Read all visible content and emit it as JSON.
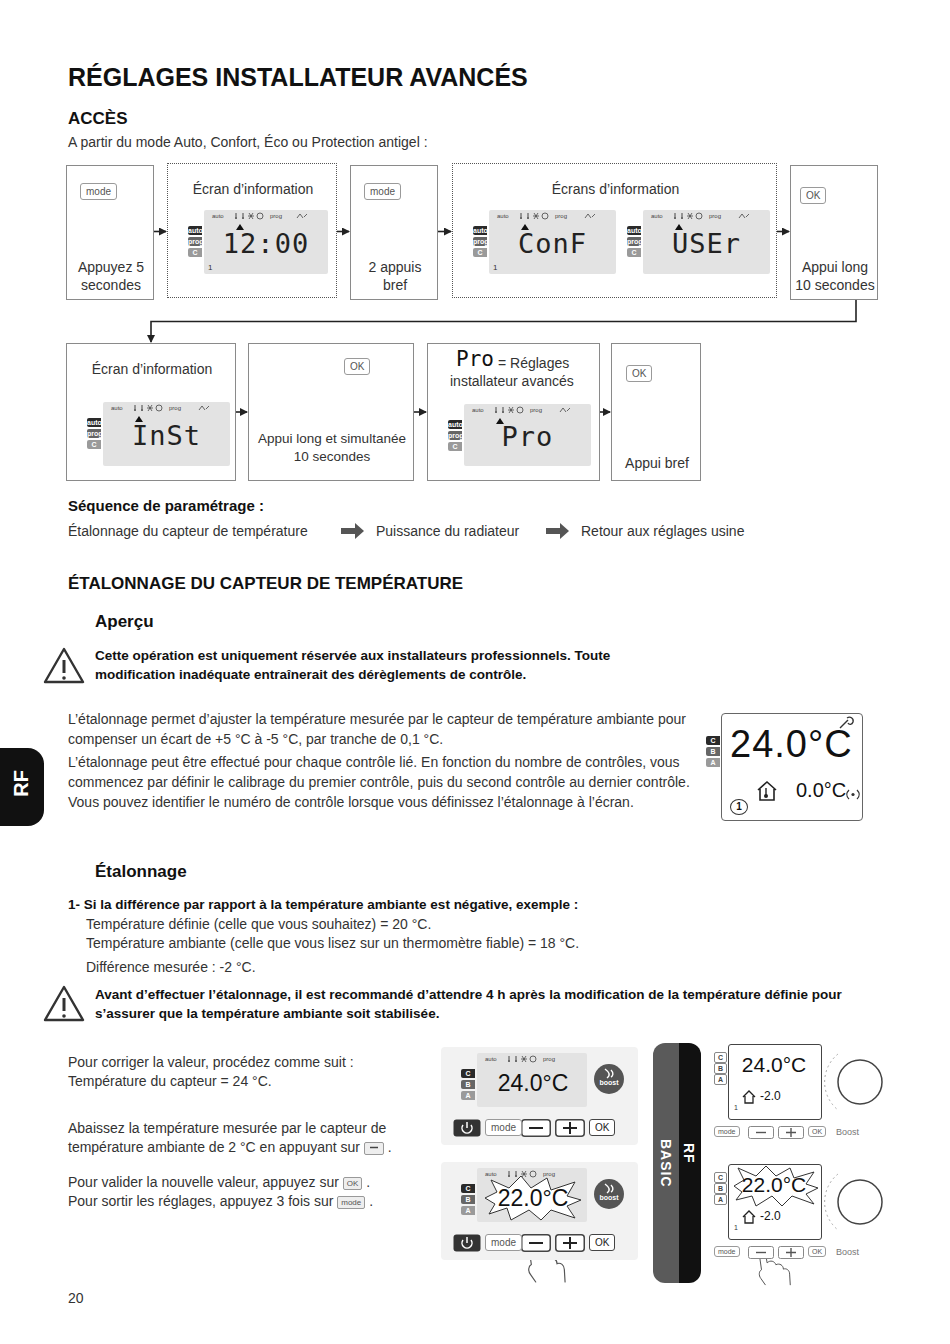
{
  "diagram": {
    "title": "RÉGLAGES INSTALLATEUR AVANCÉS",
    "nodes": [
      {
        "text": [
          "Appuyez 5 secondes"
        ]
      },
      {
        "text": [
          "Écran d’information"
        ]
      },
      {
        "text": [
          "12:00"
        ],
        "in": 1
      },
      {
        "text": [
          "2 appuis bref"
        ]
      },
      {
        "text": [
          "Écrans d’information"
        ]
      },
      {
        "text": [
          "ConF"
        ],
        "in": 4
      },
      {
        "text": [
          "USEr"
        ],
        "in": 4
      },
      {
        "text": [
          "Appui long 10 secondes"
        ]
      },
      {
        "text": [
          "Écran d’information"
        ]
      },
      {
        "text": [
          "InSt"
        ],
        "in": 8
      },
      {
        "text": [
          "Appui long et simultanée 10 secondes"
        ]
      },
      {
        "text": [
          "Pro",
          "= Réglages installateur avancés"
        ]
      },
      {
        "text": [
          "Pro"
        ],
        "in": 11
      },
      {
        "text": [
          "Appui bref"
        ]
      },
      {
        "text": [
          "24.0°C",
          "0.0°C"
        ]
      },
      {
        "text": [
          "24.0°C"
        ]
      },
      {
        "text": [
          "22.0°C"
        ]
      },
      {
        "text": [
          "BASIC",
          "RF"
        ]
      },
      {
        "text": [
          "24.0°C",
          "-2.0"
        ]
      },
      {
        "text": [
          "22.0°C",
          "-2.0"
        ]
      },
      {
        "text": [
          "RF"
        ]
      }
    ],
    "edges": [
      {
        "from": 0,
        "to": 1,
        "arrow": "to"
      },
      {
        "from": 1,
        "to": 3,
        "arrow": "to"
      },
      {
        "from": 3,
        "to": 4,
        "arrow": "to"
      },
      {
        "from": 4,
        "to": 7,
        "arrow": "to"
      },
      {
        "from": 7,
        "to": 8,
        "arrow": "to"
      },
      {
        "from": 8,
        "to": 10,
        "arrow": "to"
      },
      {
        "from": 10,
        "to": 11,
        "arrow": "to"
      },
      {
        "from": 11,
        "to": 13,
        "arrow": "to"
      }
    ],
    "labels": [
      "ACCÈS",
      "A partir du mode Auto, Confort, Éco ou Protection antigel :",
      "mode",
      "mode",
      "OK",
      "OK",
      "OK",
      "auto",
      "prog",
      "C",
      "B",
      "A",
      "1",
      "auto",
      "prog",
      "C",
      "B",
      "A",
      "1",
      "auto",
      "prog",
      "C",
      "B",
      "A",
      "auto",
      "prog",
      "C",
      "B",
      "A",
      "auto",
      "prog",
      "C",
      "B",
      "A",
      "Séquence de paramétrage :",
      "Étalonnage du capteur de température",
      "Puissance du radiateur",
      "Retour aux réglages usine",
      "ÉTALONNAGE DU CAPTEUR DE TEMPÉRATURE",
      "Aperçu",
      "Cette opération est uniquement réservée aux installateurs professionnels. Toute modification inadéquate entraînerait des dérèglements de contrôle.",
      "L’étalonnage permet d’ajuster la température mesurée par le capteur de température ambiante pour compenser un écart de +5 °C à -5 °C, par tranche de 0,1 °C.",
      "L’étalonnage peut être effectué pour chaque contrôle lié. En fonction du nombre de contrôles, vous commencez par définir le calibrage du premier contrôle, puis du second contrôle au dernier contrôle. Vous pouvez identifier le numéro de contrôle lorsque vous définissez l’étalonnage à l’écran.",
      "C",
      "B",
      "A",
      "1",
      "Étalonnage",
      "1- Si la différence par rapport à la température ambiante est négative, exemple :",
      "Température définie (celle que vous souhaitez) = 20 °C.",
      "Température ambiante (celle que vous lisez sur un thermomètre fiable) = 18 °C.",
      "Différence mesurée : -2 °C.",
      "Avant d’effectuer l’étalonnage, il est recommandé d’attendre 4 h après la modification de la température définie pour s’assurer que la température ambiante soit stabilisée.",
      "Pour corriger la valeur, procédez comme suit :",
      "Température du capteur = 24 °C.",
      "Abaissez la température mesurée par le capteur de température ambiante de 2 °C en appuyant sur",
      ".",
      "Pour valider la nouvelle valeur, appuyez sur",
      "OK",
      ".",
      "Pour sortir les réglages, appuyez 3 fois sur",
      "mode",
      ".",
      "auto",
      "prog",
      "C",
      "B",
      "A",
      "boost",
      "mode",
      "OK",
      "auto",
      "prog",
      "C",
      "B",
      "A",
      "boost",
      "mode",
      "OK",
      "C",
      "B",
      "A",
      "1",
      "mode",
      "OK",
      "Boost",
      "C",
      "B",
      "A",
      "1",
      "mode",
      "OK",
      "Boost",
      "20"
    ]
  }
}
